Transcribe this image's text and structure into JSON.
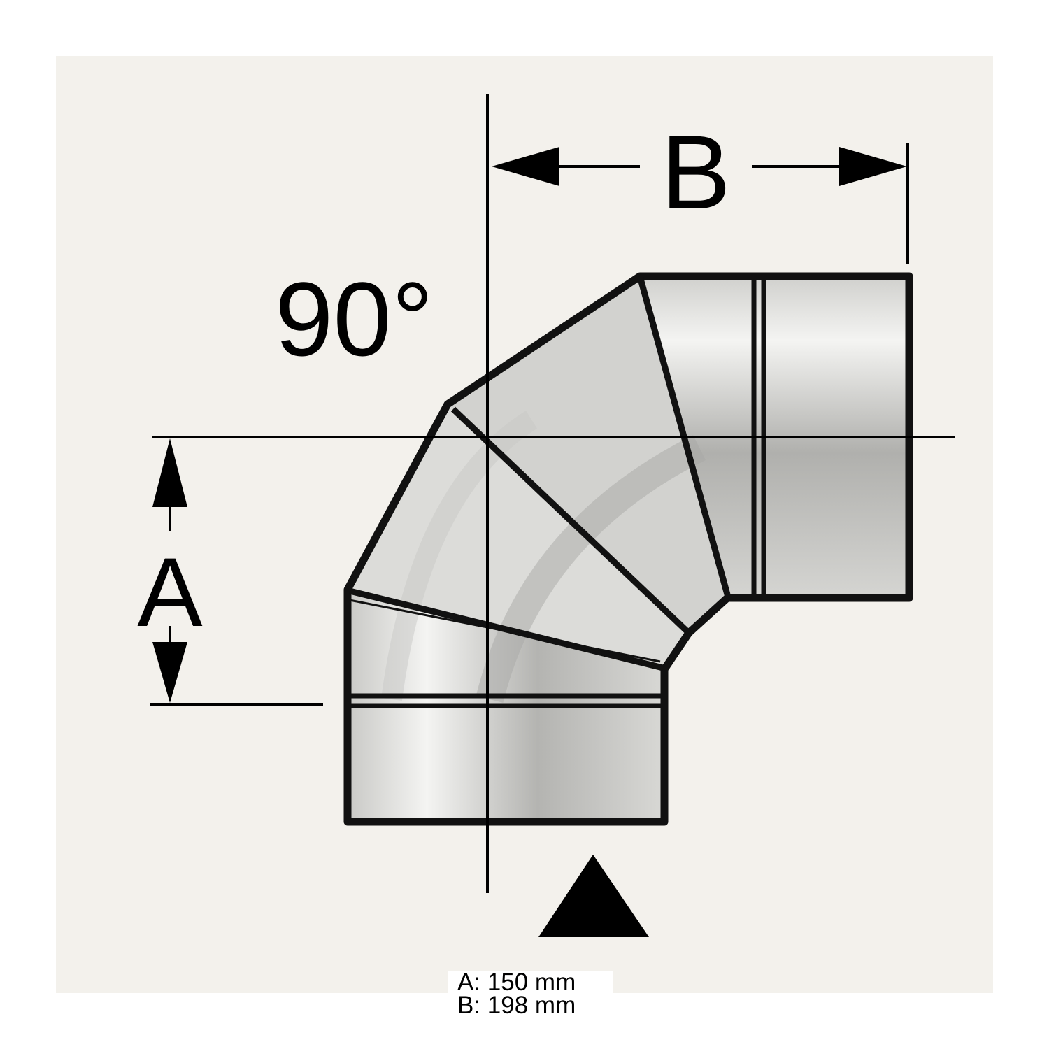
{
  "diagram": {
    "angle_label": "90°",
    "dimension_a_label": "A",
    "dimension_b_label": "B",
    "flow_direction_icon": "triangle-up-icon"
  },
  "caption": {
    "a_value": "A: 150 mm",
    "b_value": "B: 198 mm"
  },
  "colors": {
    "line": "#111111",
    "background": "#f3f1ec",
    "pipe_light": "#eeeeec",
    "pipe_dark": "#a9a9a6"
  }
}
